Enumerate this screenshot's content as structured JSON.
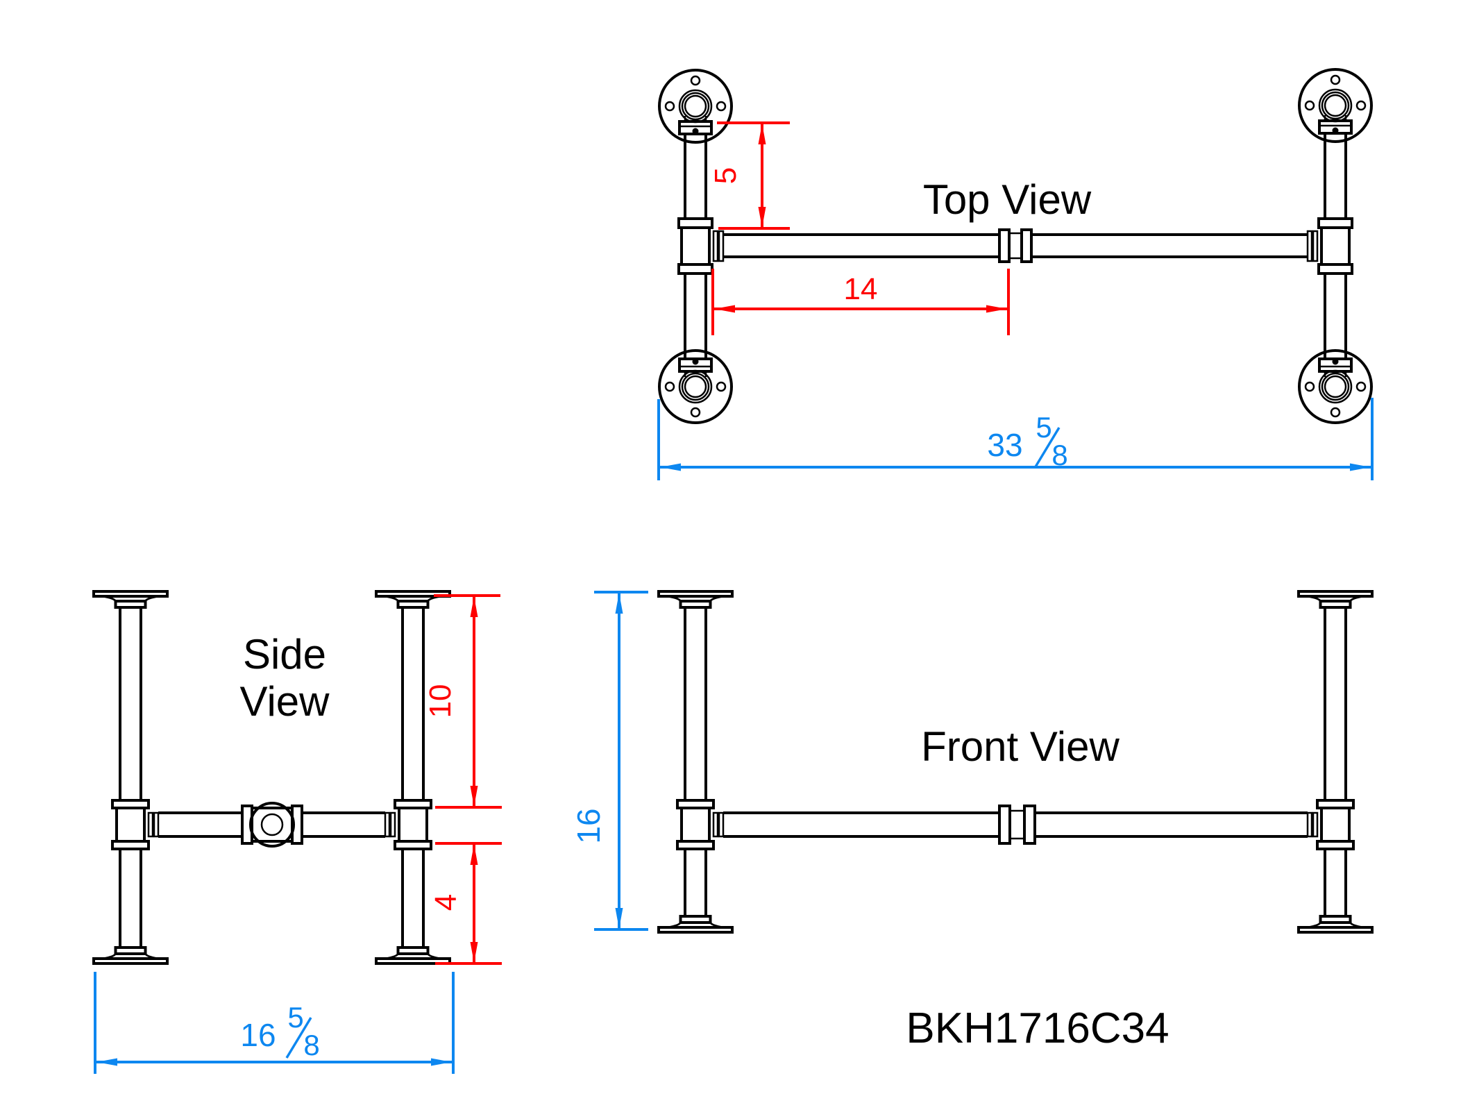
{
  "drawing_title": "BKH1716C34",
  "views": {
    "top": {
      "label": "Top View"
    },
    "side": {
      "label_line1": "Side",
      "label_line2": "View"
    },
    "front": {
      "label": "Front View"
    }
  },
  "dimensions": {
    "flange_to_stretcher": "5",
    "stretcher_half_span": "14",
    "overall_width": {
      "whole": "33",
      "numerator": "5",
      "denominator": "8"
    },
    "upper_leg_height": "10",
    "lower_leg_height": "4",
    "overall_depth": {
      "whole": "16",
      "numerator": "5",
      "denominator": "8"
    },
    "overall_height": "16"
  },
  "colors": {
    "line": "#000000",
    "dimension_red": "#fe0000",
    "dimension_blue": "#0d87f0",
    "background": "#ffffff"
  }
}
